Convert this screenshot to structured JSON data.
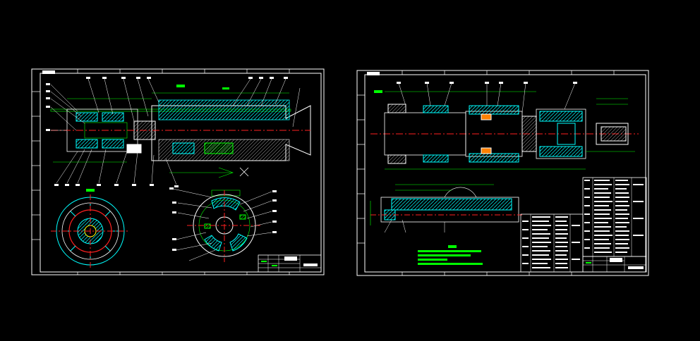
{
  "app": {
    "background": "#000000"
  },
  "colors": {
    "border": "#ffffff",
    "green": "#00ff00",
    "cyan": "#00ffff",
    "red": "#ff2020",
    "yellow": "#ffff00",
    "white": "#ffffff",
    "magenta": "#ff00ff"
  },
  "sheets": [
    {
      "id": "sheet-left",
      "content": "spindle-assembly-section-and-end-views"
    },
    {
      "id": "sheet-right",
      "content": "spindle-assembly-with-parts-list"
    }
  ]
}
